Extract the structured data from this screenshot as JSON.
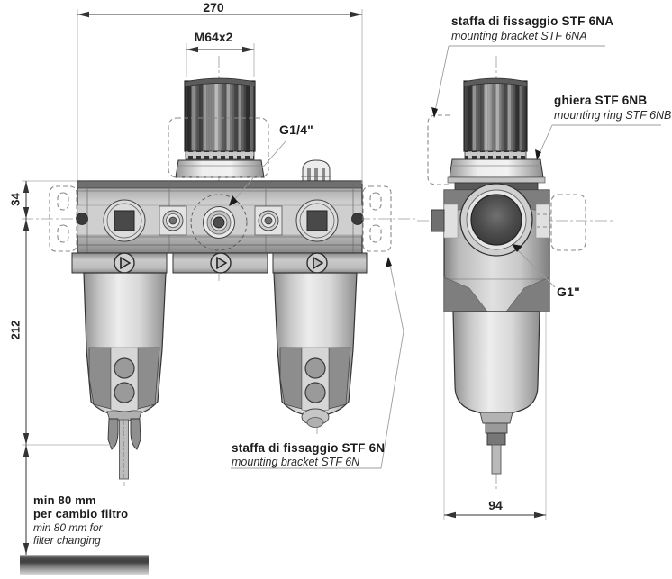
{
  "drawing": {
    "dimensions": {
      "overall_width": "270",
      "knob_thread": "M64x2",
      "bracket_offset": "34",
      "body_to_drain": "212",
      "side_width": "94"
    },
    "ports": {
      "gauge_port": "G1/4\"",
      "main_port": "G1\""
    },
    "callouts": {
      "bracket_6na_it": "staffa di fissaggio STF 6NA",
      "bracket_6na_en": "mounting bracket STF 6NA",
      "ring_6nb_it": "ghiera STF 6NB",
      "ring_6nb_en": "mounting ring STF 6NB",
      "bracket_6n_it": "staffa di fissaggio STF 6N",
      "bracket_6n_en": "mounting bracket STF 6N"
    },
    "clearance_note": {
      "it_line1": "min 80 mm",
      "it_line2": "per cambio filtro",
      "en_line1": "min 80 mm for",
      "en_line2": "filter changing"
    }
  },
  "colors": {
    "line": "#333333",
    "thin_line": "#999999",
    "text": "#1b1b1b",
    "metal_light": "#d8d8d8",
    "metal_mid": "#aaaaaa",
    "metal_dark": "#4a4a4a",
    "background": "#ffffff"
  }
}
